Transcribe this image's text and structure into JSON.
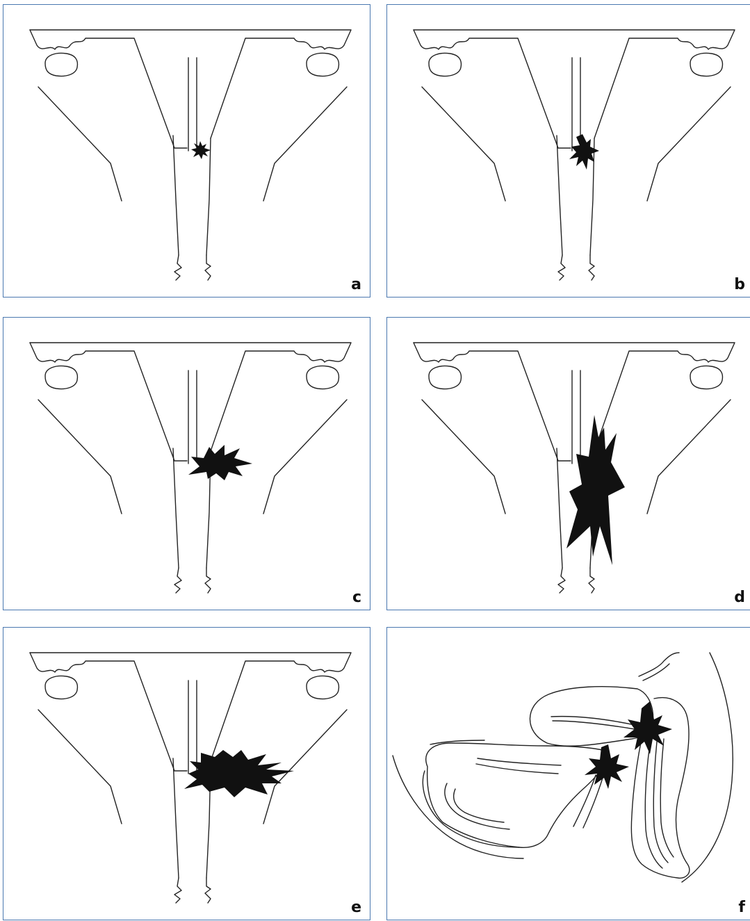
{
  "panels": [
    {
      "id": "a",
      "label": "a",
      "lesion": "small"
    },
    {
      "id": "b",
      "label": "b",
      "lesion": "medium"
    },
    {
      "id": "c",
      "label": "c",
      "lesion": "lateral"
    },
    {
      "id": "d",
      "label": "d",
      "lesion": "vertical"
    },
    {
      "id": "e",
      "label": "e",
      "lesion": "wide"
    },
    {
      "id": "f",
      "label": "f",
      "lesion": "sagittal"
    }
  ],
  "colors": {
    "border": "#4a78b0",
    "ink": "#111111"
  }
}
